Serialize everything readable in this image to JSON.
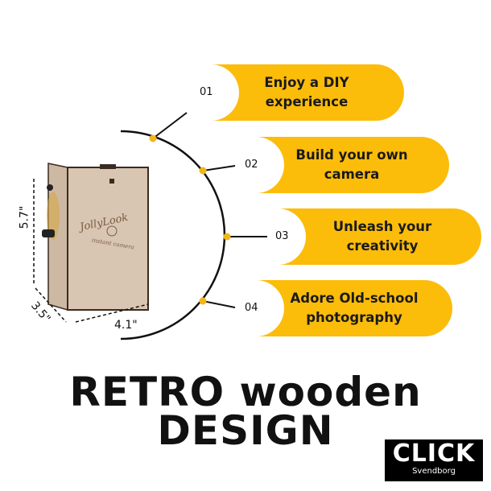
{
  "features": [
    {
      "number": "01",
      "text": "Enjoy a DIY experience"
    },
    {
      "number": "02",
      "text": "Build your own camera"
    },
    {
      "number": "03",
      "text": "Unleash your creativity"
    },
    {
      "number": "04",
      "text": "Adore Old-school photography"
    }
  ],
  "dimensions": {
    "height": "5.7\"",
    "depth": "3.5\"",
    "width": "4.1\""
  },
  "camera_brand": {
    "name": "JollyLook",
    "subtitle": "instant camera"
  },
  "headline": {
    "line1": "RETRO wooden",
    "line2": "DESIGN"
  },
  "logo": {
    "main": "CLICK",
    "sub": "Svendborg"
  },
  "colors": {
    "accent": "#FCBC0A",
    "dot": "#F2B619",
    "wood": "#D9C6B2",
    "logo_eye": "#F08A1C"
  }
}
